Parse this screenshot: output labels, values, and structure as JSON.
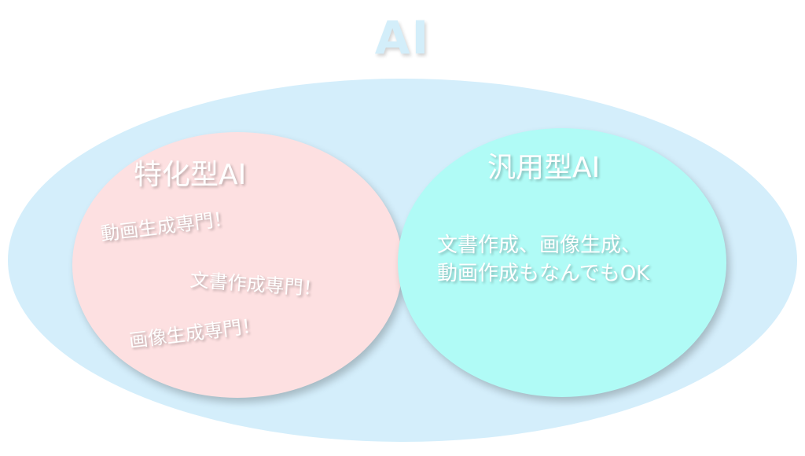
{
  "title": "AI",
  "outer": {
    "fill": "#d4eefb"
  },
  "specialized": {
    "title": "特化型AI",
    "fill": "#fde0e1",
    "items": [
      "動画生成専門！",
      "文書作成専門！",
      "画像生成専門！"
    ]
  },
  "general": {
    "title": "汎用型AI",
    "fill": "#b0fbf6",
    "lines": [
      "文書作成、画像生成、",
      "動画作成もなんでもOK"
    ]
  }
}
